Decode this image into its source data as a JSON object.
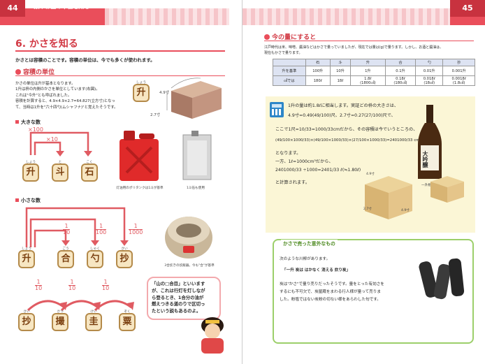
{
  "left": {
    "page_number": "44",
    "chapter": "2 数やお金の単位を知る",
    "title": "6. かさを知る",
    "lead": "かさとは容積のことです。容積の単位は、今でも多くが使われます。",
    "sec1_heading": "容積の単位",
    "sec1_lines": [
      "かさの単位は升が基本となります。",
      "1升は枡の内側のかさを単位としています(右図)。",
      "これは\"今升\"とも呼ばれました。",
      "容積を計算すると、4.9×4.9×2.7=64.827(立方寸)となっ",
      "て、当時は1升を\"六十四勺(ムシャフナ)\"と覚えたそうです。"
    ],
    "box_kanji": "升",
    "box_ruby": "しょう",
    "dim_w": "4.9寸",
    "dim_h": "2.7寸",
    "big_heading": "大きな数",
    "big_mult_outer": "×100",
    "big_mult_inner": "×10",
    "big_units": [
      {
        "kanji": "升",
        "ruby": "しょう"
      },
      {
        "kanji": "斗",
        "ruby": "と"
      },
      {
        "kanji": "石",
        "ruby": "こく"
      }
    ],
    "caption_tank": "灯油用のポリタンクは1斗が基準",
    "caption_bin": "1斗缶も使用",
    "small_heading": "小さな数",
    "small_fracs": [
      {
        "n": "1",
        "d": "10"
      },
      {
        "n": "1",
        "d": "100"
      },
      {
        "n": "1",
        "d": "1000"
      }
    ],
    "small_units": [
      {
        "kanji": "升",
        "ruby": "しょう"
      },
      {
        "kanji": "合",
        "ruby": "ごう"
      },
      {
        "kanji": "勺",
        "ruby": "しゃく"
      },
      {
        "kanji": "抄",
        "ruby": "さい"
      }
    ],
    "caption_cooker": "3合炊きの炊飯器。今も\"合\"が基準",
    "smaller_fracs": [
      {
        "n": "1",
        "d": "10"
      },
      {
        "n": "1",
        "d": "10"
      },
      {
        "n": "1",
        "d": "10"
      }
    ],
    "smaller_units": [
      {
        "kanji": "抄",
        "ruby": "さい"
      },
      {
        "kanji": "撮",
        "ruby": "さつ"
      },
      {
        "kanji": "圭",
        "ruby": "けい"
      },
      {
        "kanji": "粟",
        "ruby": "ぞく"
      }
    ],
    "bubble_lines": [
      "「山の□合目」といいます",
      "が、これは行灯を灯しなが",
      "ら登るとき、1合分の油が",
      "燃えつきる道のりで区切っ",
      "たという説もあるのよ。"
    ]
  },
  "right": {
    "page_number": "45",
    "sec_heading": "今の量にすると",
    "intro_lines": [
      "江戸時代は米、味噌、醤油などはかさで量っていましたが、現在では量は(g)で量ります。しかし、お酒と醤油は、",
      "現在もかさで量ります。"
    ],
    "table_header": [
      "",
      "石",
      "斗",
      "升",
      "合",
      "勺",
      "抄"
    ],
    "table_row1": [
      "升を基準",
      "100升",
      "10升",
      "1升",
      "0.1升",
      "0.01升",
      "0.001升"
    ],
    "table_row2": [
      "㎤では",
      "180ℓ",
      "18ℓ",
      "1.8ℓ\n(1800㎤)",
      "0.18ℓ\n(180㎤)",
      "0.018ℓ\n(18㎤)",
      "0.0018ℓ\n(1.8㎤)"
    ],
    "math_lines": [
      "1升の量は約1.8ℓに相当します。実証どの枡の大きさは、",
      "4.9寸=0.49(49/100)尺、2.7寸=0.27(27/100)尺で、",
      "ここで1尺=10/33=1000/33cmだから、その容積は今でいうところの、",
      "(49/100×1000/33)×(49/100×1000/33)×(27/100×1000/33)=2401000/33 cm³",
      "となります。",
      "一方、1ℓ=1000cm³だから、",
      "2401000/33 ÷1000=2401/33 ℓ(≒1.80ℓ)",
      "と計算されます。"
    ],
    "masu_dims": [
      "4.9寸",
      "4.9寸",
      "2.7寸"
    ],
    "caption_bottle": "一升瓶は1升",
    "bottle_label": "大吟醸",
    "green_title": "かさで売った意外なもの",
    "green_lines": [
      "次のような川柳があります。",
      "「一升 炭は はかなく 消える 炊り炭」",
      "炭は\"かさ\"で量り売りだったそうです。量をとった有効さを",
      "するにも不可欠で、炭屋蔵をまわる行人様が量って売りま",
      "した。粉塩ではない炭粉の切ない様をあらわした句です。"
    ]
  }
}
